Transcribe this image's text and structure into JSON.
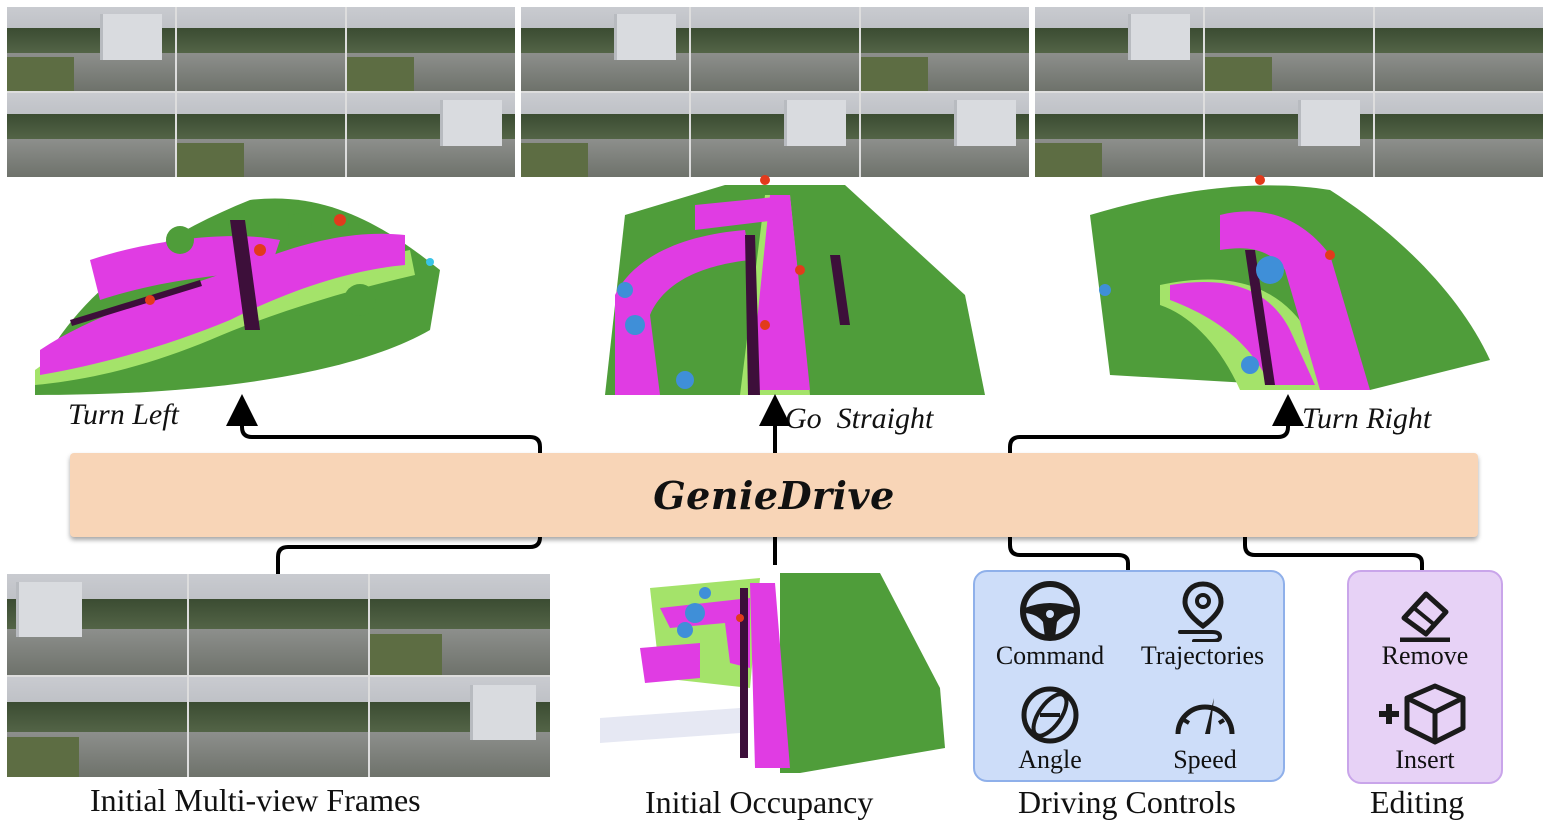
{
  "title": "GenieDrive",
  "directions": {
    "left": "Turn Left",
    "straight": "Go  Straight",
    "right": "Turn Right"
  },
  "captions": {
    "frames": "Initial Multi-view Frames",
    "occupancy": "Initial Occupancy",
    "controls": "Driving Controls",
    "editing": "Editing"
  },
  "controls": {
    "command": "Command",
    "trajectories": "Trajectories",
    "angle": "Angle",
    "speed": "Speed"
  },
  "editing": {
    "remove": "Remove",
    "insert": "Insert"
  },
  "colors": {
    "bar": "#f8d5b7",
    "controls_box": "#cdddf9",
    "editing_box": "#e7d2f6",
    "road": "#e03ce3",
    "vegetation": "#4f9d3a",
    "terrain": "#a4e36a",
    "vehicle": "#3f8fd8",
    "sidewalk": "#3d0f3a"
  }
}
